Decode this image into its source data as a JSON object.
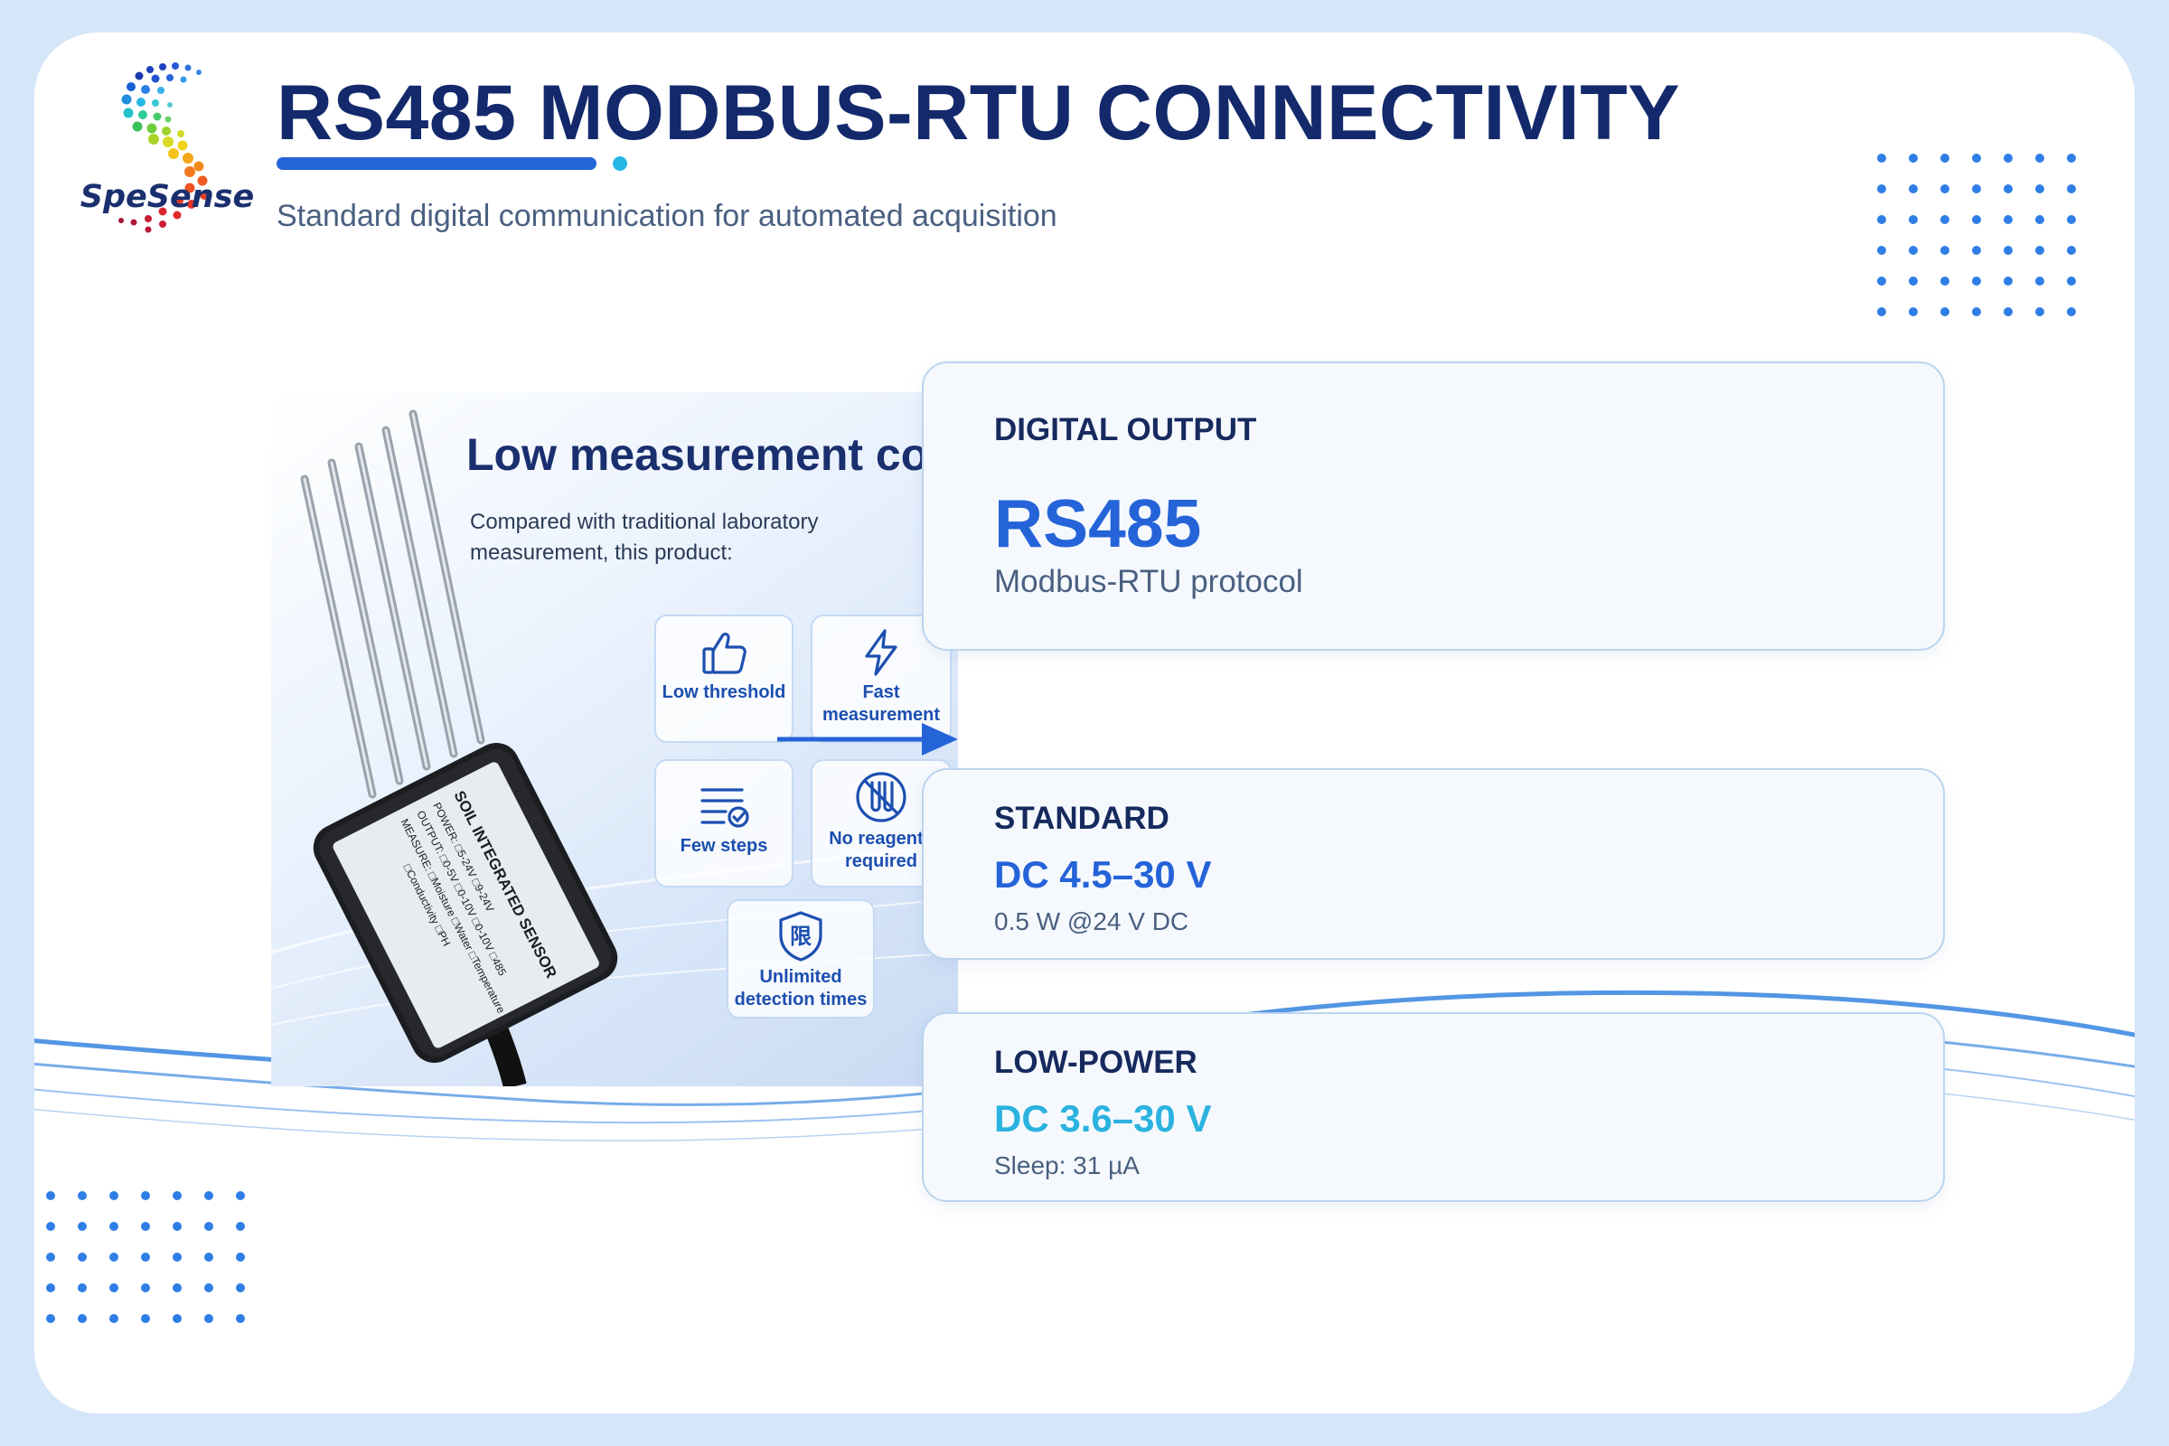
{
  "brand": {
    "name": "SpeSense",
    "colors": {
      "navy": "#13296b",
      "blue": "#2563d8",
      "cyan": "#27b6e6",
      "page_bg": "#d6e6f9"
    }
  },
  "header": {
    "title": "RS485 MODBUS-RTU CONNECTIVITY",
    "subtitle": "Standard digital communication for automated acquisition"
  },
  "product": {
    "title": "Low measurement cost",
    "description": "Compared with traditional laboratory measurement, this product:",
    "sensor_label": {
      "title": "SOIL INTEGRATED SENSOR",
      "power": "POWER: □5-24V □9-24V",
      "output": "OUTPUT: □0-5V □0-10V □0-10V □485",
      "measure": "MEASURE: □Moisture □Water □Temperature",
      "measure2": "□Conductivity □PH"
    },
    "features": [
      {
        "label": "Low threshold",
        "icon": "thumbs-up-icon"
      },
      {
        "label": "Fast measurement",
        "icon": "lightning-bolt-icon"
      },
      {
        "label": "Few steps",
        "icon": "checklist-icon"
      },
      {
        "label": "No reagents required",
        "icon": "no-reagents-icon"
      },
      {
        "label": "Unlimited detection times",
        "icon": "shield-limit-icon",
        "glyph": "限"
      }
    ]
  },
  "specs": [
    {
      "heading": "DIGITAL OUTPUT",
      "value": "RS485",
      "note": "Modbus-RTU protocol"
    },
    {
      "heading": "STANDARD",
      "value": "DC 4.5–30 V",
      "note": "0.5 W @24 V DC"
    },
    {
      "heading": "LOW-POWER",
      "value": "DC 3.6–30 V",
      "note": "Sleep: 31 µA"
    }
  ]
}
